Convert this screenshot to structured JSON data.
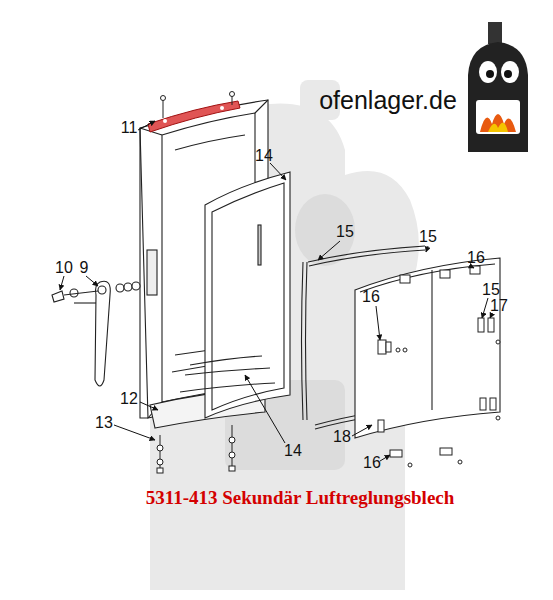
{
  "diagram": {
    "labels": [
      "ofenlager.de",
      "11",
      "14",
      "15",
      "15",
      "16",
      "10",
      "9",
      "16",
      "15",
      "17",
      "12",
      "13",
      "14",
      "18",
      "16",
      "5311-413 Sekundär Luftreglungsblech"
    ]
  }
}
